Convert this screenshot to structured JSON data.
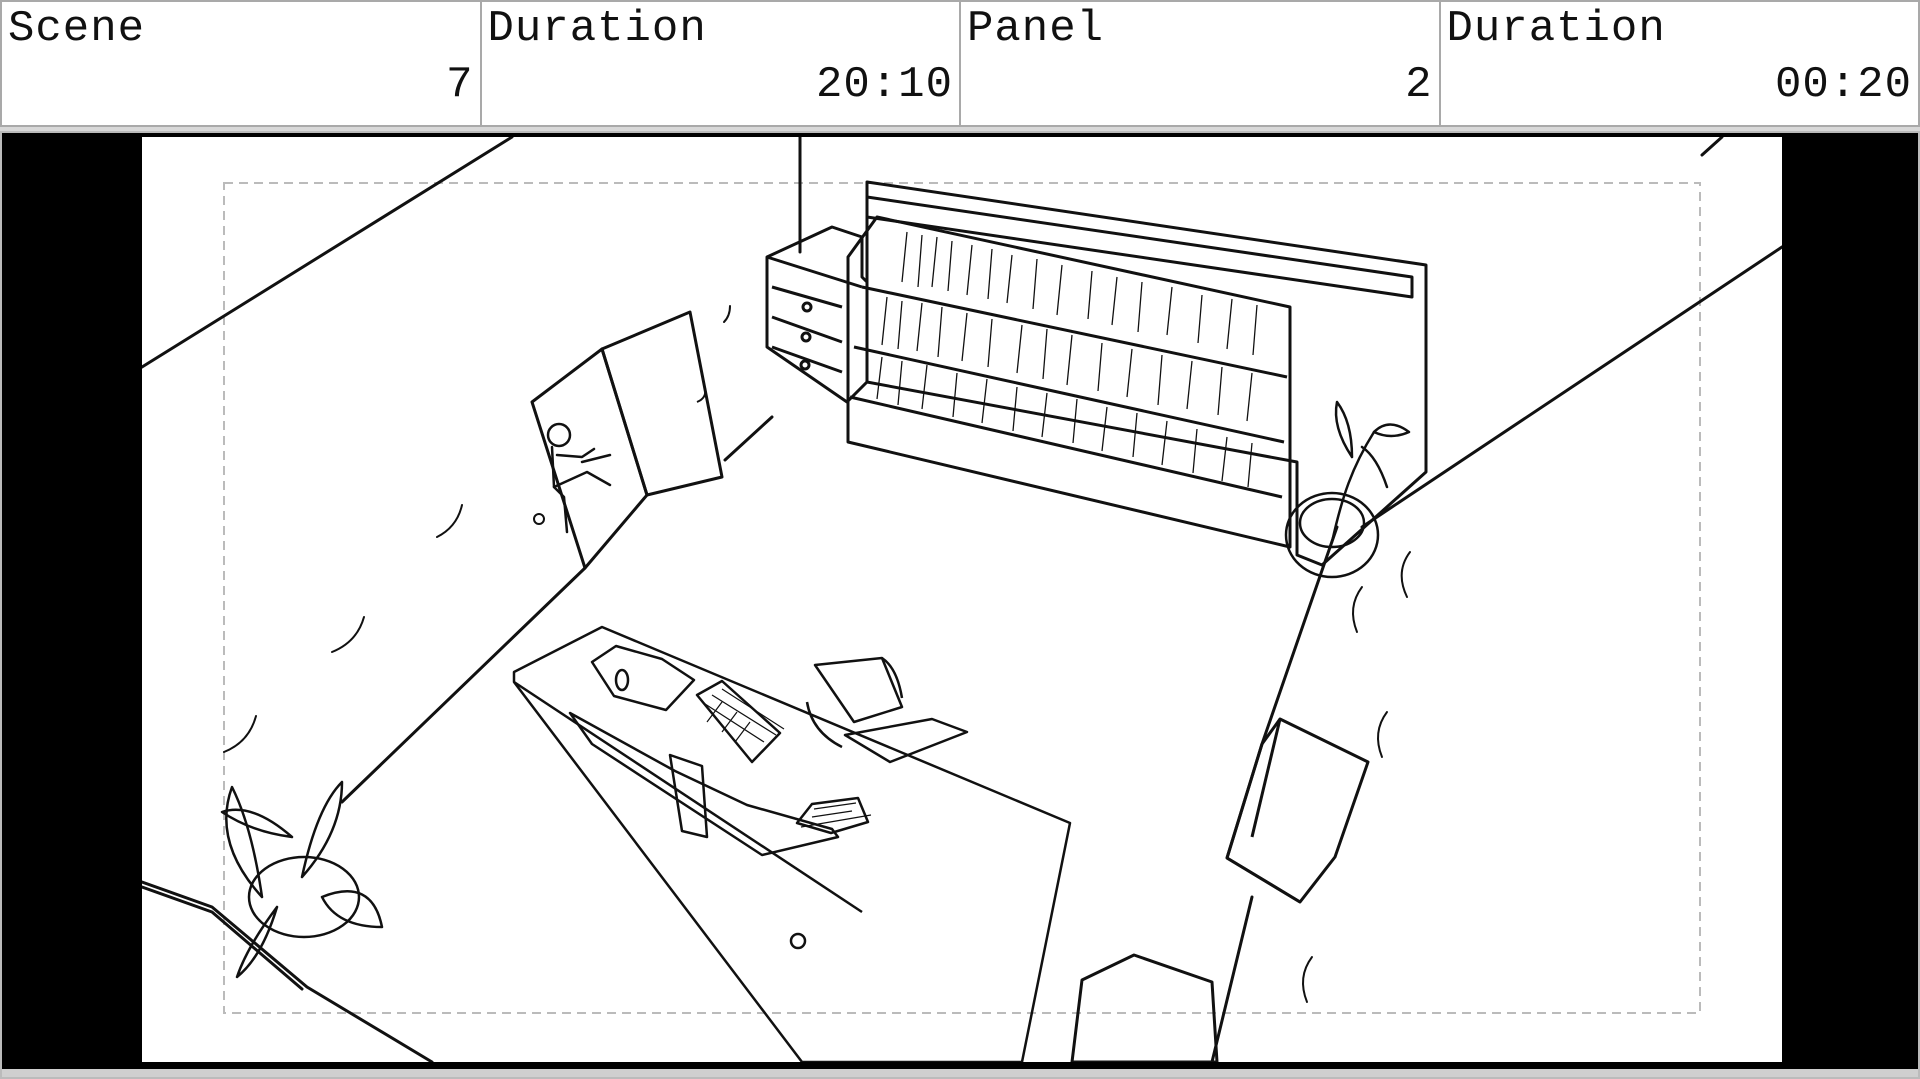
{
  "header": {
    "scene_label": "Scene",
    "scene_value": "7",
    "scene_duration_label": "Duration",
    "scene_duration_value": "20:10",
    "panel_label": "Panel",
    "panel_value": "2",
    "panel_duration_label": "Duration",
    "panel_duration_value": "00:20"
  },
  "panel": {
    "description": "",
    "letterbox_color": "#000000",
    "paper_color": "#ffffff",
    "safe_area_color": "#bbbbbb"
  }
}
